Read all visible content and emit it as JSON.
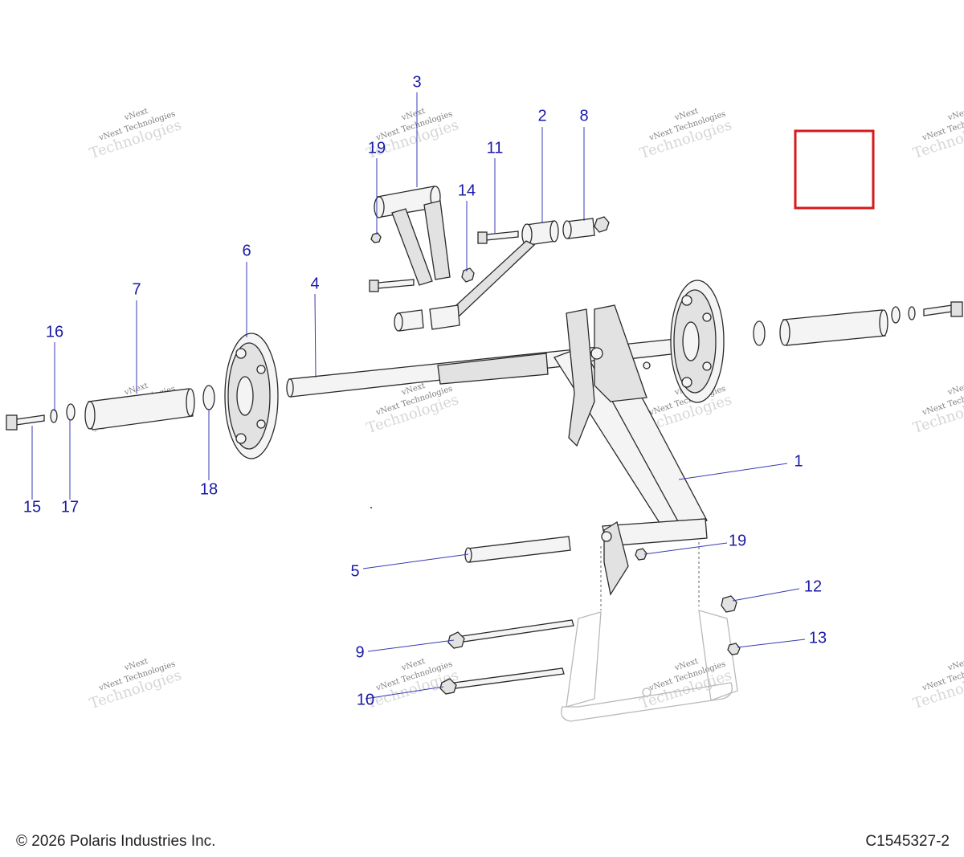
{
  "callouts": [
    "1",
    "2",
    "3",
    "4",
    "5",
    "6",
    "7",
    "8",
    "9",
    "10",
    "11",
    "12",
    "13",
    "14",
    "15",
    "16",
    "17",
    "18",
    "19"
  ],
  "watermark": {
    "line1": "vNext",
    "line2": "vNext Technologies",
    "line3": "Technologies"
  },
  "highlight_color": "#d6191b",
  "callout_color": "#1a1aa8",
  "footer": {
    "copyright": "© 2026 Polaris Industries Inc.",
    "drawing_id": "C1545327-2"
  }
}
